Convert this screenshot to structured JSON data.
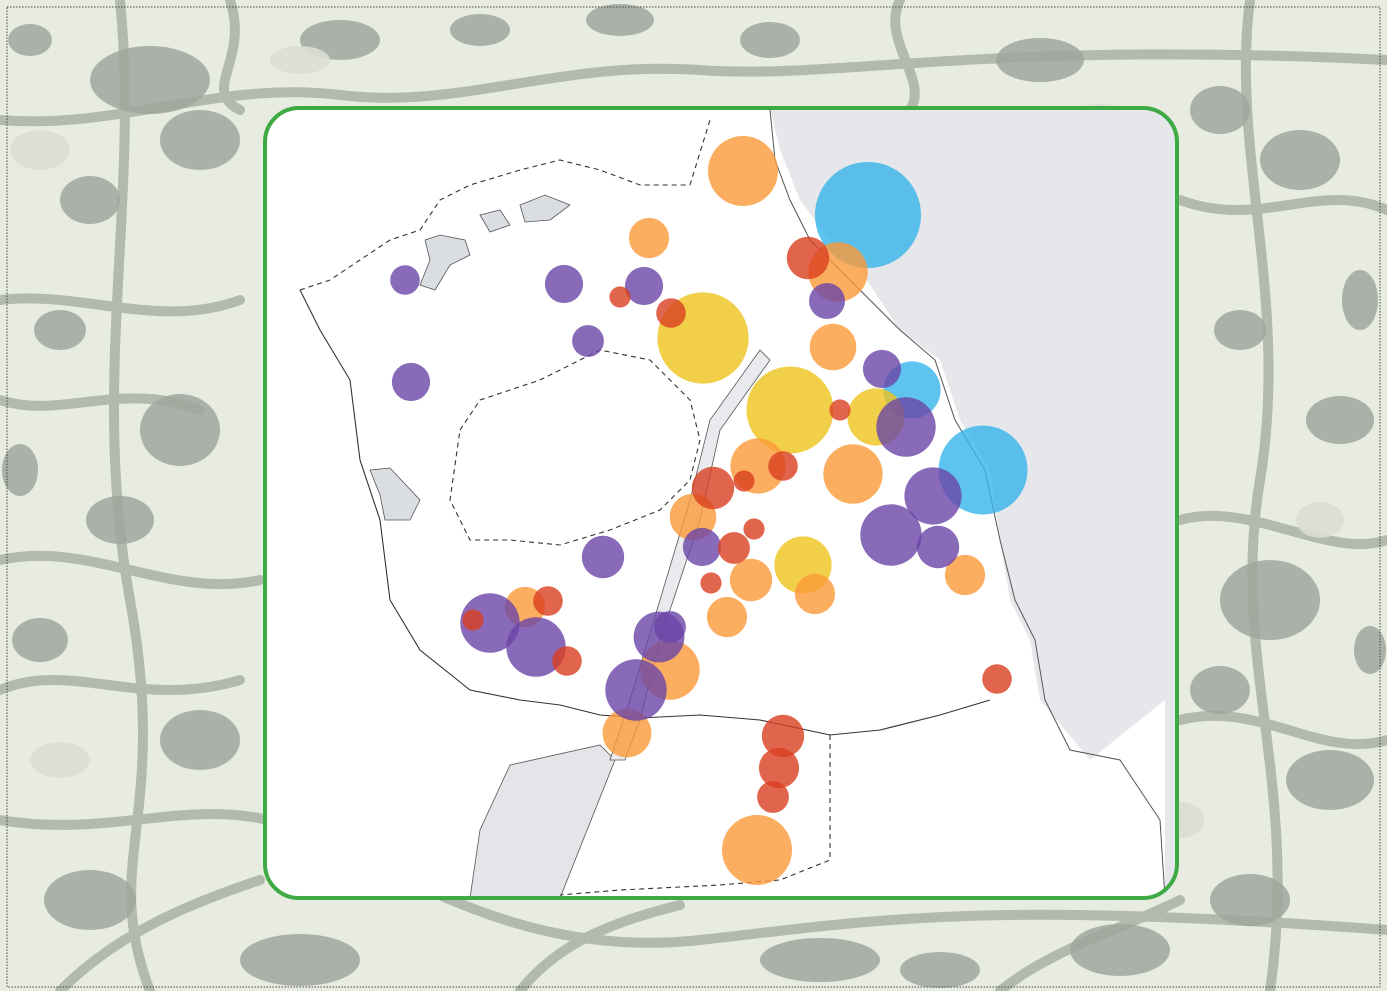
{
  "map": {
    "colors": {
      "background": "#e7ebe0",
      "built_area": "#9fa79d",
      "road": "#b2b9ad",
      "water": "#d9ded4",
      "panel": "#ffffff",
      "panel_border": "#3daa44",
      "sea": "#e6e7ea",
      "outline": "#555555"
    },
    "categories": [
      {
        "key": "purple",
        "color": "#6a45a8"
      },
      {
        "key": "orange",
        "color": "#fb9a38"
      },
      {
        "key": "red",
        "color": "#d93f20"
      },
      {
        "key": "yellow",
        "color": "#edc31c"
      },
      {
        "key": "blue",
        "color": "#36b4ea"
      }
    ],
    "markers": [
      {
        "cat": "blue",
        "size": 5
      },
      {
        "cat": "blue",
        "size": 4.2
      },
      {
        "cat": "blue",
        "size": 2.7
      },
      {
        "cat": "yellow",
        "size": 4.3
      },
      {
        "cat": "yellow",
        "size": 4.1
      },
      {
        "cat": "yellow",
        "size": 2.7
      },
      {
        "cat": "yellow",
        "size": 2.7
      },
      {
        "cat": "orange",
        "size": 3.3
      },
      {
        "cat": "orange",
        "size": 2.8
      },
      {
        "cat": "orange",
        "size": 2.2
      },
      {
        "cat": "orange",
        "size": 2.2
      },
      {
        "cat": "orange",
        "size": 2.6
      },
      {
        "cat": "orange",
        "size": 2.8
      },
      {
        "cat": "orange",
        "size": 2.0
      },
      {
        "cat": "orange",
        "size": 1.9
      },
      {
        "cat": "orange",
        "size": 1.9
      },
      {
        "cat": "orange",
        "size": 1.9
      },
      {
        "cat": "orange",
        "size": 2.8
      },
      {
        "cat": "orange",
        "size": 1.9
      },
      {
        "cat": "orange",
        "size": 2.3
      },
      {
        "cat": "orange",
        "size": 3.3
      },
      {
        "cat": "orange",
        "size": 1.9
      },
      {
        "cat": "purple",
        "size": 1.8
      },
      {
        "cat": "purple",
        "size": 1.8
      },
      {
        "cat": "purple",
        "size": 1.5
      },
      {
        "cat": "purple",
        "size": 1.8
      },
      {
        "cat": "purple",
        "size": 1.8
      },
      {
        "cat": "purple",
        "size": 2.7
      },
      {
        "cat": "purple",
        "size": 2.9
      },
      {
        "cat": "purple",
        "size": 2.0
      },
      {
        "cat": "purple",
        "size": 2.0
      },
      {
        "cat": "purple",
        "size": 1.8
      },
      {
        "cat": "purple",
        "size": 2.8
      },
      {
        "cat": "purple",
        "size": 2.8
      },
      {
        "cat": "purple",
        "size": 1.4
      },
      {
        "cat": "purple",
        "size": 2.4
      },
      {
        "cat": "purple",
        "size": 1.5
      },
      {
        "cat": "purple",
        "size": 1.7
      },
      {
        "cat": "purple",
        "size": 2.9
      },
      {
        "cat": "purple",
        "size": 2.8
      },
      {
        "cat": "red",
        "size": 2.0
      },
      {
        "cat": "red",
        "size": 1.0
      },
      {
        "cat": "red",
        "size": 1.4
      },
      {
        "cat": "red",
        "size": 1.0
      },
      {
        "cat": "red",
        "size": 2.0
      },
      {
        "cat": "red",
        "size": 1.4
      },
      {
        "cat": "red",
        "size": 1.5
      },
      {
        "cat": "red",
        "size": 1.0
      },
      {
        "cat": "red",
        "size": 1.0
      },
      {
        "cat": "red",
        "size": 1.4
      },
      {
        "cat": "red",
        "size": 1.0
      },
      {
        "cat": "red",
        "size": 1.4
      },
      {
        "cat": "red",
        "size": 2.0
      },
      {
        "cat": "red",
        "size": 1.9
      },
      {
        "cat": "red",
        "size": 1.5
      },
      {
        "cat": "red",
        "size": 1.4
      },
      {
        "cat": "red",
        "size": 1.0
      }
    ]
  }
}
